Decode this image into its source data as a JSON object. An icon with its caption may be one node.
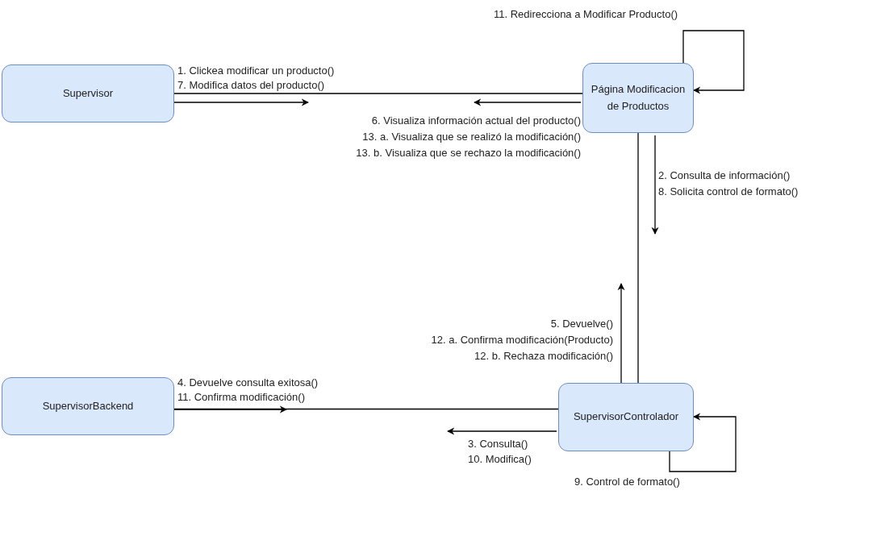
{
  "diagram": {
    "nodes": [
      {
        "text": [
          "Supervisor"
        ]
      },
      {
        "text": [
          "Página Modificacion de Productos"
        ]
      },
      {
        "text": [
          "SupervisorBackend"
        ]
      },
      {
        "text": [
          "SupervisorControlador"
        ]
      }
    ],
    "edges": [
      {
        "from": 0,
        "to": 1,
        "arrow": "none"
      },
      {
        "from": 1,
        "to": 1,
        "arrow": "to",
        "label": "11. Redirecciona a Modificar Producto()"
      },
      {
        "from": 1,
        "to": 3,
        "arrow": "none"
      },
      {
        "from": 2,
        "to": 3,
        "arrow": "none"
      },
      {
        "from": 3,
        "to": 3,
        "arrow": "to",
        "label": "9. Control de formato()"
      }
    ],
    "labels": [
      "1. Clickea modificar un producto()",
      "7. Modifica datos del producto()",
      "6. Visualiza información actual del producto()",
      "13. a. Visualiza que se realizó la modificación()",
      "13. b. Visualiza que se rechazo la modificación()",
      "2. Consulta de información()",
      "8. Solicita control de formato()",
      "5. Devuelve()",
      "12. a. Confirma modificación(Producto)",
      "12. b. Rechaza modificación()",
      "4. Devuelve consulta exitosa()",
      "11. Confirma modificación()",
      "3. Consulta()",
      "10. Modifica()"
    ]
  }
}
